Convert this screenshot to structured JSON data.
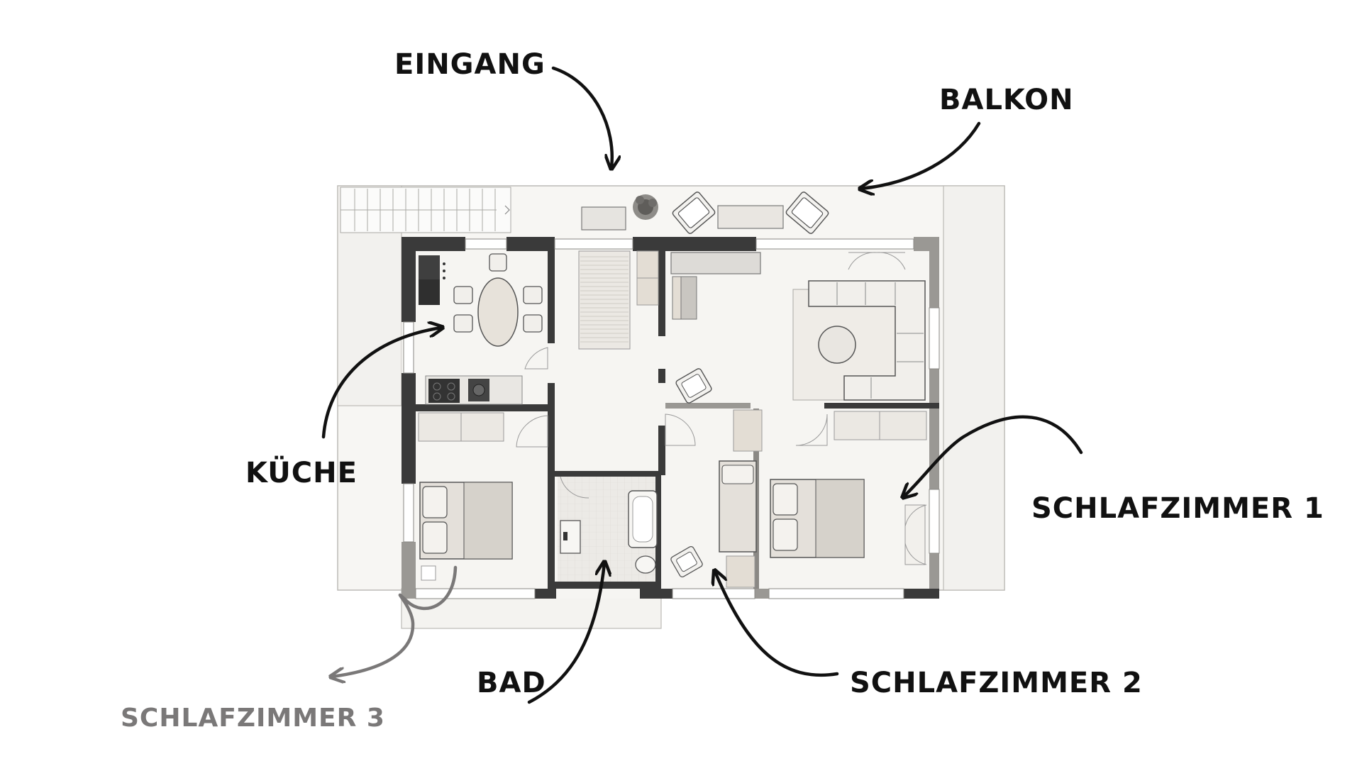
{
  "labels": {
    "eingang": "EINGANG",
    "balkon": "BALKON",
    "kueche": "KÜCHE",
    "schlafzimmer1": "SCHLAFZIMMER 1",
    "schlafzimmer2": "SCHLAFZIMMER 2",
    "schlafzimmer3": "SCHLAFZIMMER 3",
    "bad": "BAD"
  },
  "colors": {
    "ink": "#111111",
    "muted": "#7a7878",
    "wall": "#3a3a3a",
    "floor": "#f4f3f0",
    "paper": "#ffffff"
  }
}
